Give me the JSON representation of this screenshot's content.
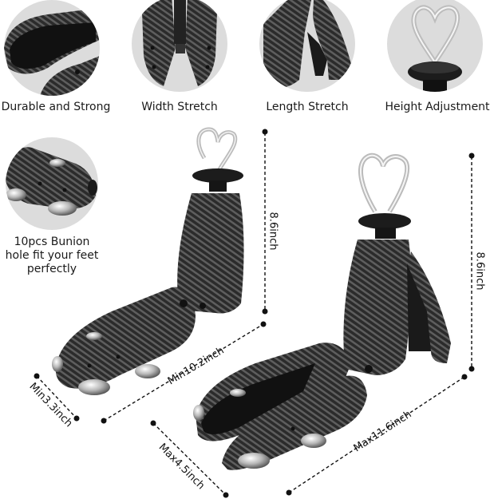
{
  "features": [
    {
      "label": "Durable and Strong",
      "icon": "shoe-sole-closeup"
    },
    {
      "label": "Width Stretch",
      "icon": "width-stretch-closeup"
    },
    {
      "label": "Length Stretch",
      "icon": "length-stretch-closeup"
    },
    {
      "label": "Height Adjustment",
      "icon": "heart-knob-closeup"
    }
  ],
  "bunion": {
    "line1": "10pcs Bunion",
    "line2": "hole fit your feet",
    "line3": "perfectly",
    "icon": "bunion-plugs-closeup"
  },
  "dimensions": {
    "min_height": "8.6inch",
    "max_height": "8.6inch",
    "min_length": "Min10.2inch",
    "min_width": "Min3.3inch",
    "max_width": "Max4.5inch",
    "max_length": "Max11.6inch"
  },
  "colors": {
    "circle_bg": "#dcdcdc",
    "carbon_dark": "#2a2a2a",
    "carbon_light": "#5a5a5a",
    "chrome": "#c8c8c8",
    "text": "#111111"
  }
}
